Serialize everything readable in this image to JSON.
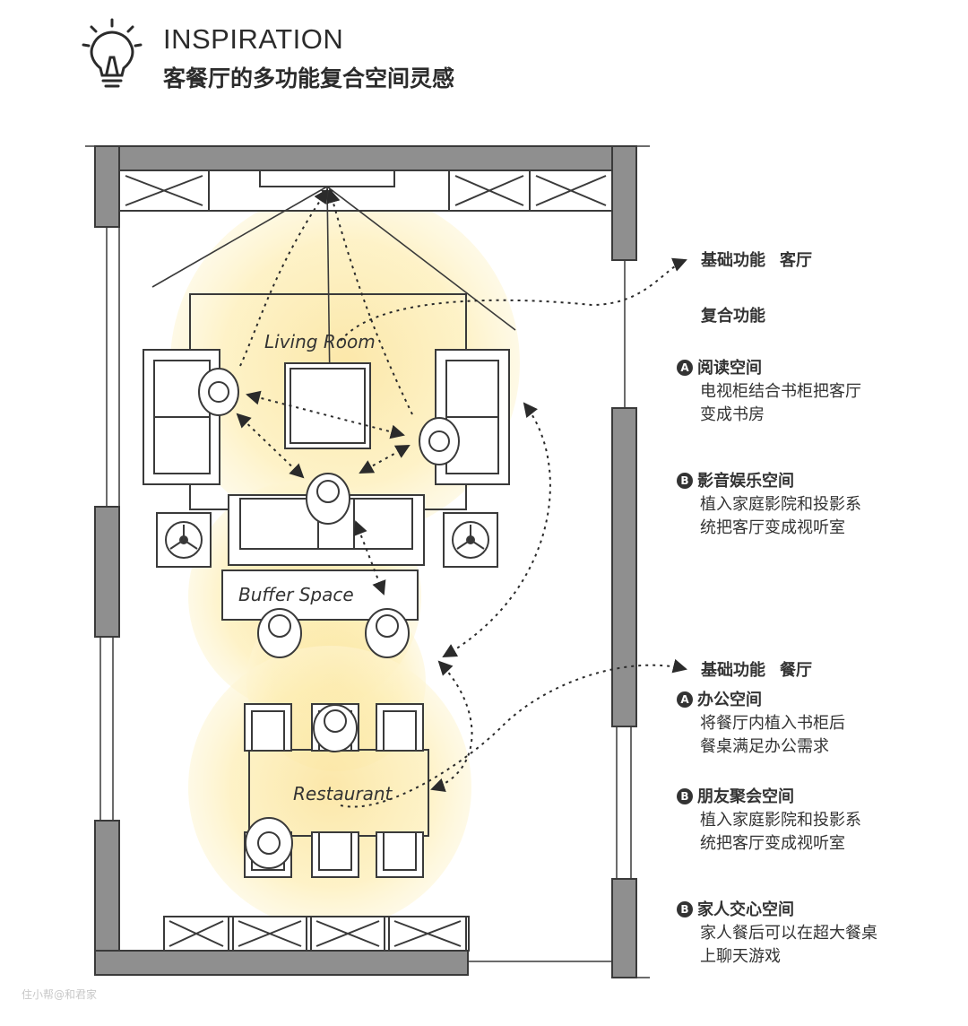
{
  "header": {
    "title_en": "INSPIRATION",
    "title_cn": "客餐厅的多功能复合空间灵感",
    "icon": "lightbulb-icon"
  },
  "plan": {
    "rooms": {
      "living": "Living Room",
      "buffer": "Buffer Space",
      "restaurant": "Restaurant"
    },
    "colors": {
      "zone": "#fbe9a6",
      "wall": "#8a8a8a",
      "line": "#333333"
    }
  },
  "annotations": {
    "living_basic": {
      "label": "基础功能",
      "value": "客厅"
    },
    "composite": "复合功能",
    "reading": {
      "badge": "A",
      "title": "阅读空间",
      "lines": [
        "电视柜结合书柜把客厅",
        "变成书房"
      ]
    },
    "av": {
      "badge": "B",
      "title": "影音娱乐空间",
      "lines": [
        "植入家庭影院和投影系",
        "统把客厅变成视听室"
      ]
    },
    "dining_basic": {
      "label": "基础功能",
      "value": "餐厅"
    },
    "office": {
      "badge": "A",
      "title": "办公空间",
      "lines": [
        "将餐厅内植入书柜后",
        "餐桌满足办公需求"
      ]
    },
    "friends": {
      "badge": "B",
      "title": "朋友聚会空间",
      "lines": [
        "植入家庭影院和投影系",
        "统把客厅变成视听室"
      ]
    },
    "family": {
      "badge": "B",
      "title": "家人交心空间",
      "lines": [
        "家人餐后可以在超大餐桌",
        "上聊天游戏"
      ]
    }
  },
  "watermark": "住小帮@和君家"
}
